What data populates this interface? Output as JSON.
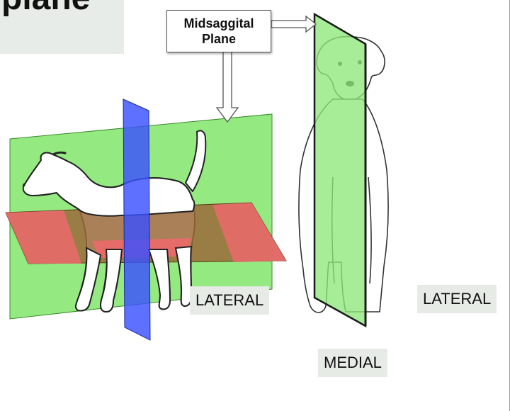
{
  "slide": {
    "title_fragment": "plane"
  },
  "callout": {
    "line1": "Midsaggital",
    "line2": "Plane"
  },
  "labels": {
    "lateral_left": "LATERAL",
    "lateral_right": "LATERAL",
    "medial": "MEDIAL"
  },
  "colors": {
    "midsagittal_plane": "#8ee87a",
    "transverse_plane": "#3b50ff",
    "horizontal_plane_brown": "#9a6a3a",
    "horizontal_plane_red": "#e86a6a",
    "label_background": "#e6ebe6"
  },
  "icons": {
    "callout_arrow_right": "arrow-right-icon",
    "callout_arrow_down": "arrow-down-icon"
  }
}
